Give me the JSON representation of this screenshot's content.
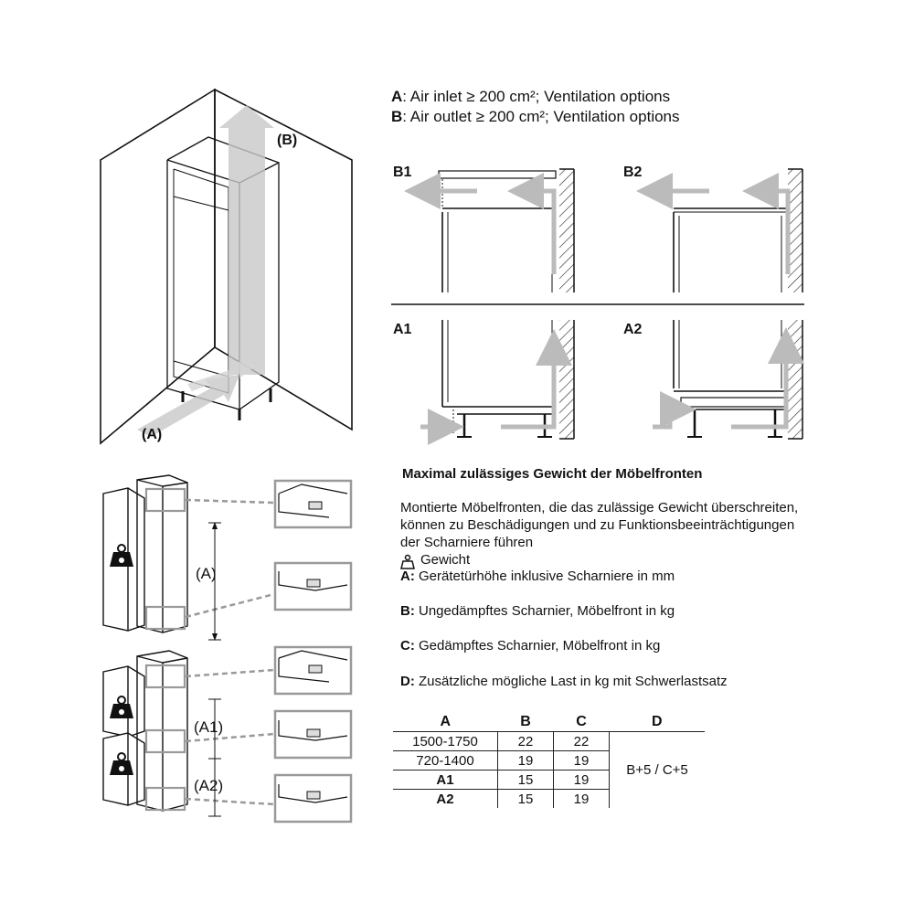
{
  "ventilation": {
    "a_key": "A",
    "a_text": ": Air inlet ≥ 200 cm²; Ventilation options",
    "b_key": "B",
    "b_text": ": Air outlet ≥ 200 cm²; Ventilation options",
    "label_a": "(A)",
    "label_b": "(B)",
    "panels": {
      "b1": "B1",
      "b2": "B2",
      "a1": "A1",
      "a2": "A2"
    }
  },
  "hinge_diagrams": {
    "label_a": "(A)",
    "label_a1": "(A1)",
    "label_a2": "(A2)"
  },
  "weights": {
    "title": "Maximal zulässiges Gewicht der Möbelfronten",
    "paragraph": "Montierte Möbelfronten, die das zulässige Gewicht überschreiten, können zu Beschädigungen und zu Funktionsbeeinträchtigungen der Scharniere führen",
    "weight_icon_label": "Gewicht",
    "defs": [
      {
        "key": "A:",
        "text": " Gerätetürhöhe inklusive Scharniere in mm"
      },
      {
        "key": "B:",
        "text": " Ungedämpftes Scharnier, Möbelfront in kg"
      },
      {
        "key": "C:",
        "text": " Gedämpftes Scharnier, Möbelfront in kg"
      },
      {
        "key": "D:",
        "text": " Zusätzliche mögliche Last in kg mit Schwerlastsatz"
      }
    ],
    "table": {
      "headers": [
        "A",
        "B",
        "C",
        "D"
      ],
      "rows": [
        [
          "1500-1750",
          "22",
          "22"
        ],
        [
          "720-1400",
          "19",
          "19"
        ],
        [
          "A1",
          "15",
          "19"
        ],
        [
          "A2",
          "15",
          "19"
        ]
      ],
      "d_value": "B+5 / C+5"
    }
  }
}
